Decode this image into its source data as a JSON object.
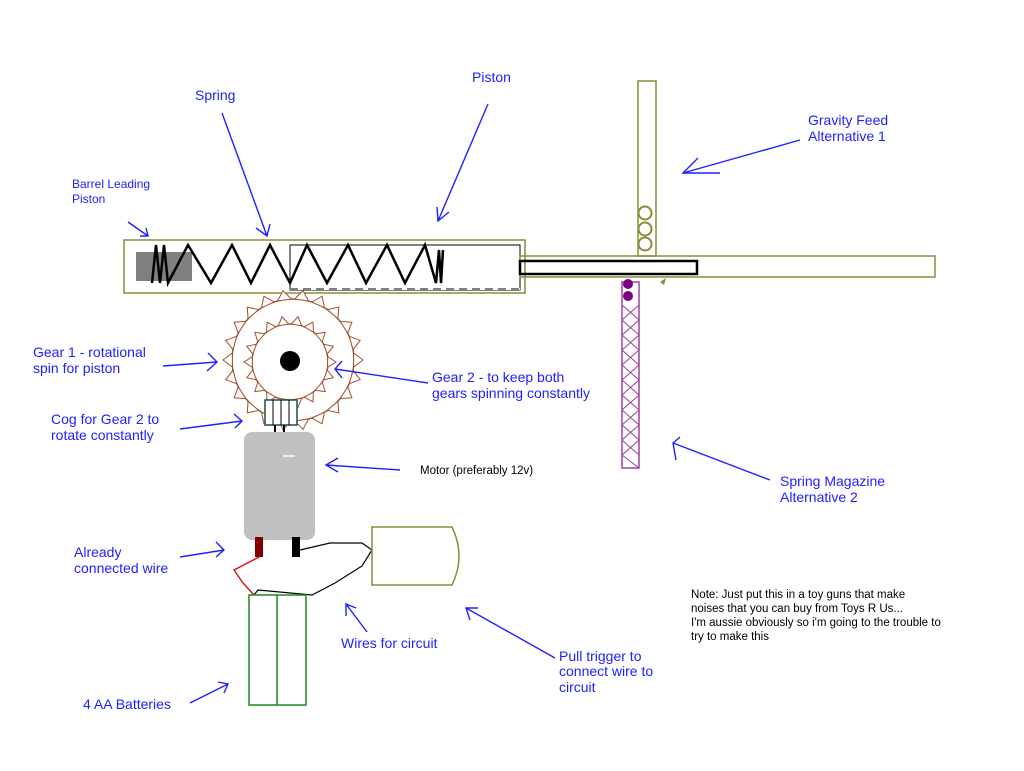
{
  "labels": {
    "spring": "Spring",
    "piston": "Piston",
    "barrel": [
      "Barrel Leading",
      "Piston"
    ],
    "gravity_feed": [
      "Gravity Feed",
      "Alternative 1"
    ],
    "gear1": [
      "Gear 1 - rotational",
      "spin for piston"
    ],
    "gear2": [
      "Gear 2 - to keep both",
      "gears spinning constantly"
    ],
    "cog": [
      "Cog for Gear 2 to",
      "rotate constantly"
    ],
    "motor": "Motor (preferably 12v)",
    "spring_magazine": [
      "Spring Magazine",
      "Alternative 2"
    ],
    "already_connected": [
      "Already",
      "connected wire"
    ],
    "wires": "Wires for circuit",
    "trigger": [
      "Pull trigger to",
      "connect wire to",
      "circuit"
    ],
    "batteries": "4 AA Batteries"
  },
  "note": [
    "Note: Just put this in a toy guns that make",
    "noises that you can buy from Toys R Us...",
    "I'm aussie obviously so i'm going to the trouble to",
    "try to make this"
  ],
  "colors": {
    "label": "#2020ff",
    "barrel": "#8b8b3a",
    "gear": "#a0522d",
    "magazine": "#a040a0",
    "battery": "#1a8a1a",
    "motor": "#c0c0c0"
  }
}
